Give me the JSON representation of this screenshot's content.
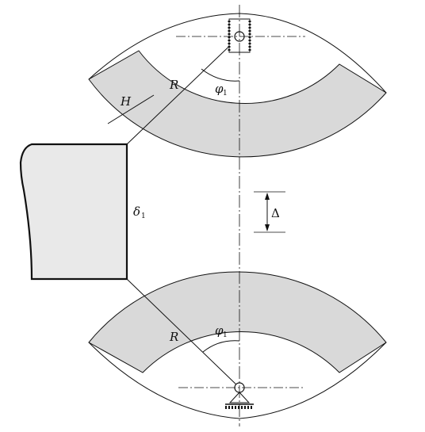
{
  "labels": {
    "radius_top": "R",
    "radius_bottom": "R",
    "thickness": "H",
    "angle_top": "φ",
    "angle_top_sub": "1",
    "angle_bottom": "φ",
    "angle_bottom_sub": "1",
    "gap": "Δ",
    "slab_thickness": "δ",
    "slab_thickness_sub": "1"
  },
  "colors": {
    "stroke": "#111111",
    "roll_fill": "#d9d9d9",
    "slab_fill": "#e9e9e9",
    "background": "#ffffff"
  }
}
